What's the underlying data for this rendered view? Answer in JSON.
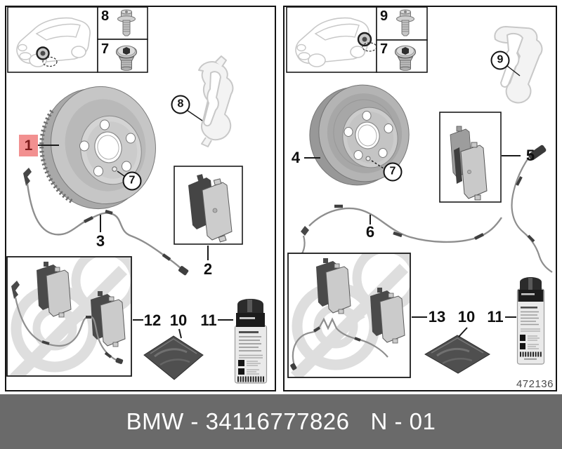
{
  "footer": {
    "part_label": "BMW - 34116777826",
    "revision": "N - 01",
    "bg_color": "#6a6a6a"
  },
  "sheet_number": "472136",
  "highlight": {
    "bg": "#f29090",
    "text_color": "#7c1a1a"
  },
  "left": {
    "fastener_top": "8",
    "fastener_bottom": "7",
    "callouts": {
      "disc": "1",
      "pads": "2",
      "sensor": "3",
      "hub_screw": "7",
      "carrier": "8",
      "kit": "12",
      "paste": "10",
      "cleaner": "11"
    }
  },
  "right": {
    "fastener_top": "9",
    "fastener_bottom": "7",
    "callouts": {
      "disc": "4",
      "pads": "5",
      "sensor": "6",
      "hub_screw": "7",
      "carrier": "9",
      "kit": "13",
      "paste": "10",
      "cleaner": "11"
    }
  }
}
